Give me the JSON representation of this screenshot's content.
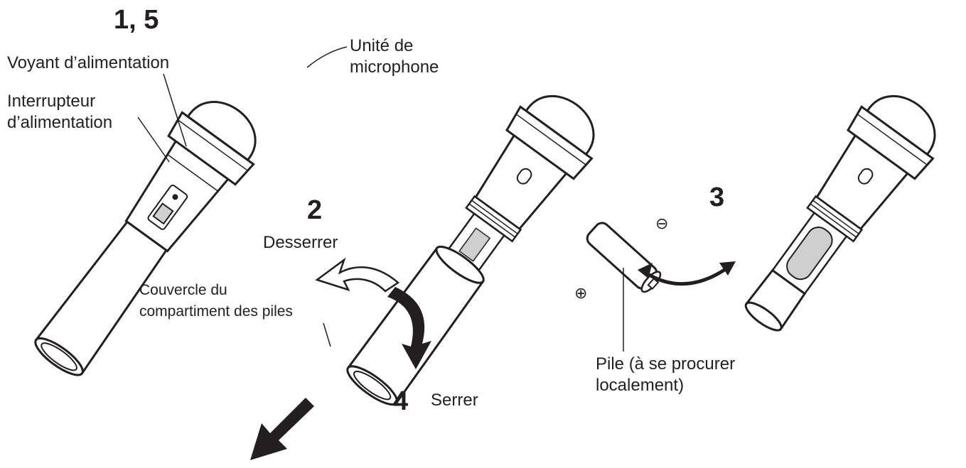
{
  "steps": {
    "s15": "1, 5",
    "s2": "2",
    "s3": "3",
    "s4": "4"
  },
  "labels": {
    "power_indicator": "Voyant d’alimentation",
    "power_switch_line1": "Interrupteur",
    "power_switch_line2": "d’alimentation",
    "mic_unit_line1": "Unité de",
    "mic_unit_line2": "microphone",
    "loosen": "Desserrer",
    "battery_cover_line1": "Couvercle du",
    "battery_cover_line2": "compartiment des piles",
    "tighten": "Serrer",
    "battery_line1": "Pile (à se procurer",
    "battery_line2": "localement)"
  },
  "icons": {
    "minus": "⊖",
    "plus": "⊕"
  },
  "colors": {
    "ink": "#231f20",
    "body_fill": "#ffffff",
    "shade": "#cfcfcf"
  }
}
